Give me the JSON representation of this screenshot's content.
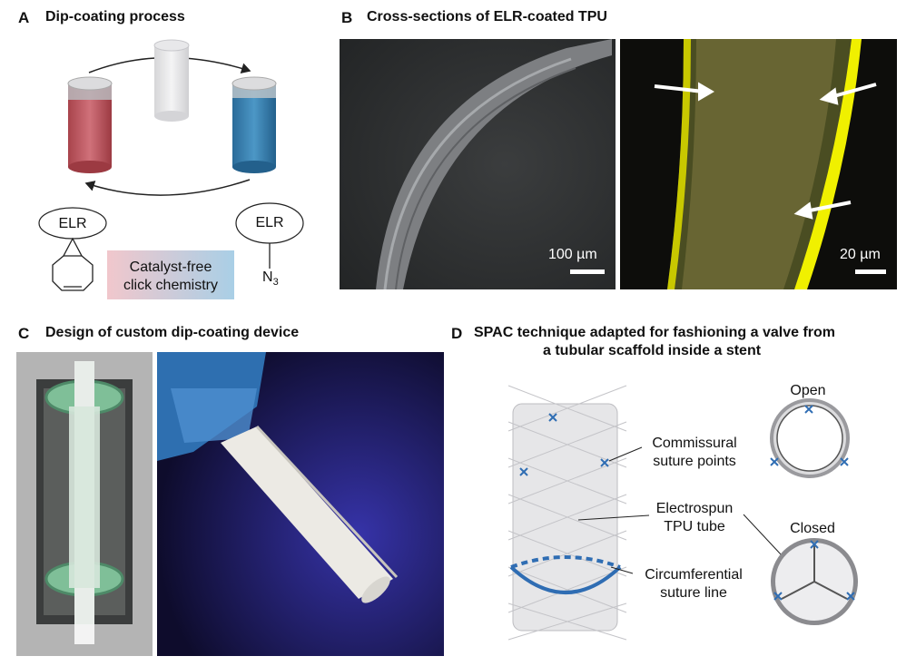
{
  "panels": {
    "a": {
      "letter": "A",
      "title": "Dip-coating process",
      "elr_left": "ELR",
      "elr_right": "ELR",
      "azide": "N",
      "azide_sub": "3",
      "catalyst_line1": "Catalyst-free",
      "catalyst_line2": "click chemistry",
      "colors": {
        "red": "#c85a62",
        "blue": "#3b82b2"
      }
    },
    "b": {
      "letter": "B",
      "title": "Cross-sections of ELR-coated TPU",
      "scale_left": "100 µm",
      "scale_right": "20 µm"
    },
    "c": {
      "letter": "C",
      "title": "Design of custom dip-coating device"
    },
    "d": {
      "letter": "D",
      "title_line1": "SPAC technique adapted for fashioning a valve from",
      "title_line2": "a tubular scaffold inside a stent",
      "commissural_1": "Commissural",
      "commissural_2": "suture points",
      "electrospun_1": "Electrospun",
      "electrospun_2": "TPU tube",
      "circ_1": "Circumferential",
      "circ_2": "suture line",
      "open": "Open",
      "closed": "Closed",
      "accent": "#2f6db3"
    }
  }
}
